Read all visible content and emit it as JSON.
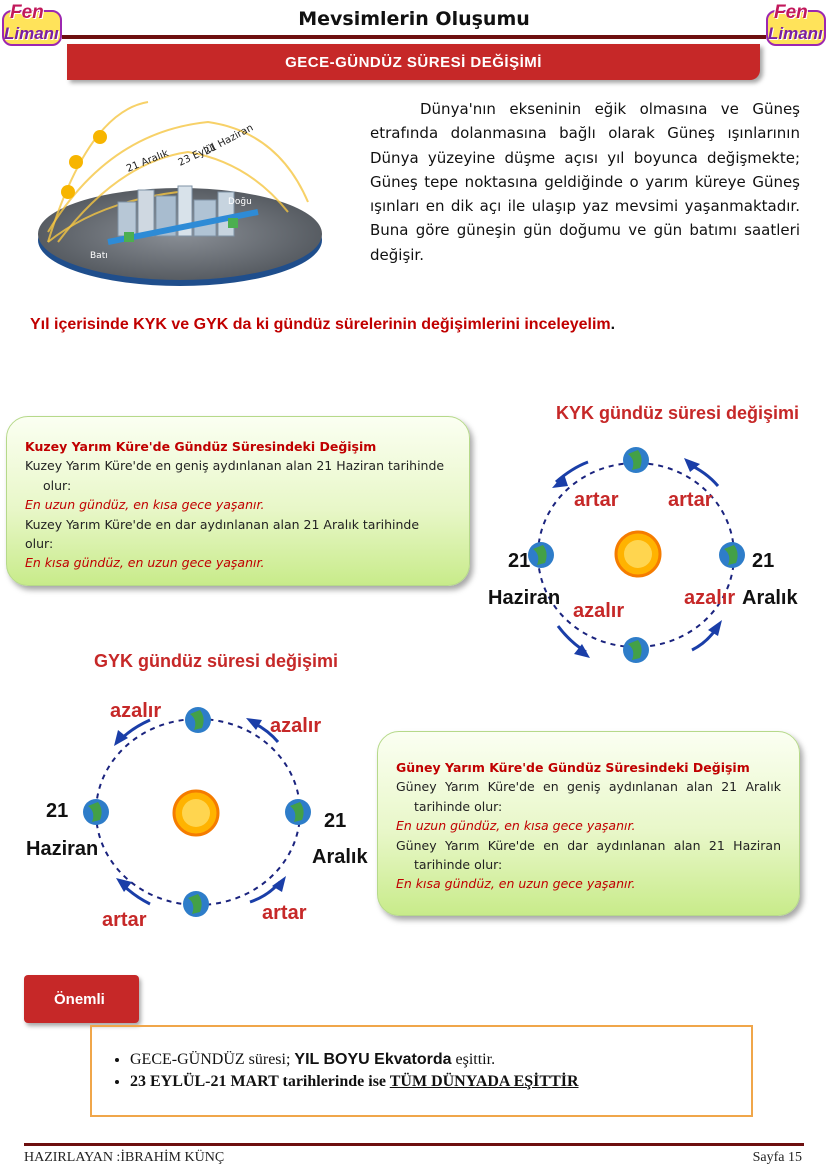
{
  "header": {
    "title": "Mevsimlerin Oluşumu",
    "logo_line1": "Fen",
    "logo_line2": "Limanı"
  },
  "banner": "GECE-GÜNDÜZ SÜRESİ DEĞİŞİMİ",
  "sun_path_figure": {
    "label_haziran": "21 Haziran",
    "label_eylul": "23 Eylül",
    "label_aralik": "21 Aralık",
    "label_dogu": "Doğu",
    "label_bati": "Batı"
  },
  "intro_text": "Dünya'nın ekseninin eğik olmasına ve Güneş etrafında dolanmasına bağlı olarak Güneş ışınlarının Dünya yüzeyine düşme açısı yıl boyunca değişmekte; Güneş tepe noktasına geldiğinde o yarım küreye Güneş ışınları en dik açı ile ulaşıp yaz mevsimi yaşanmaktadır. Buna göre güneşin gün doğumu ve gün batımı saatleri değişir.",
  "subheading": "Yıl içerisinde KYK ve GYK da ki gündüz sürelerinin değişimlerini inceleyelim",
  "subheading_dot": ".",
  "north_box": {
    "title": "Kuzey Yarım Küre'de Gündüz Süresindeki Değişim",
    "line1": "Kuzey Yarım Küre'de en geniş aydınlanan alan 21 Haziran tarihinde olur:",
    "line2": "En uzun gündüz, en kısa gece yaşanır.",
    "line3": "Kuzey Yarım Küre'de en dar aydınlanan alan 21 Aralık tarihinde olur:",
    "line4": "En kısa gündüz, en uzun gece yaşanır."
  },
  "kyk_diagram": {
    "title": "KYK gündüz süresi değişimi",
    "left_num": "21",
    "left_month": "Haziran",
    "right_num": "21",
    "right_month": "Aralık",
    "top_left": "artar",
    "top_right": "artar",
    "bottom_left": "azalır",
    "bottom_right": "azalır"
  },
  "gyk_diagram": {
    "title": "GYK gündüz süresi değişimi",
    "left_num": "21",
    "left_month": "Haziran",
    "right_num": "21",
    "right_month": "Aralık",
    "top_left": "azalır",
    "top_right": "azalır",
    "bottom_left": "artar",
    "bottom_right": "artar"
  },
  "south_box": {
    "title": "Güney Yarım Küre'de Gündüz Süresindeki Değişim",
    "line1": "Güney Yarım Küre'de en geniş aydınlanan alan 21 Aralık tarihinde olur:",
    "line2": "En uzun gündüz, en kısa gece yaşanır.",
    "line3": "Güney Yarım Küre'de en dar aydınlanan alan 21 Haziran tarihinde olur:",
    "line4": "En kısa gündüz, en uzun gece yaşanır."
  },
  "important": {
    "tab": "Önemli",
    "b1_pre": "GECE-GÜNDÜZ süresi; ",
    "b1_bold": "YIL BOYU Ekvatorda",
    "b1_post": " eşittir.",
    "b2_pre": "23 EYLÜL-21 MART tarihlerinde ise ",
    "b2_underline": "TÜM DÜNYADA EŞİTTİR"
  },
  "footer": {
    "left": "HAZIRLAYAN :İBRAHİM KÜNÇ",
    "right": "Sayfa 15"
  },
  "colors": {
    "accent_red": "#c62828",
    "dark_line": "#6d0f0f",
    "box_green": "#c8eb8a",
    "important_border": "#f0a64a"
  }
}
